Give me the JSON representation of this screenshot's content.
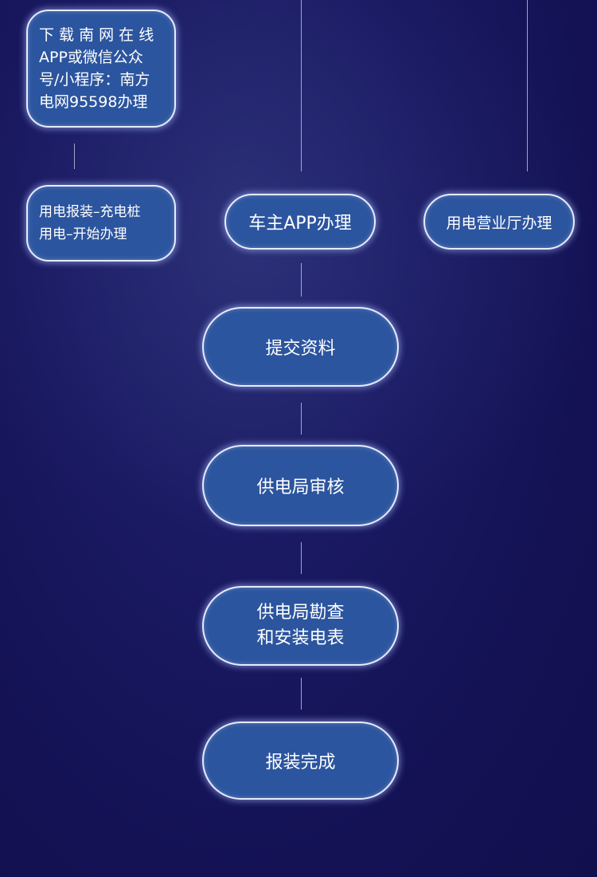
{
  "flow": {
    "branch_left": {
      "step1_lines": [
        "下 载 南 网 在 线",
        "APP或微信公众",
        "号/小程序：南方",
        "电网95598办理"
      ],
      "step2_lines": [
        "用电报装–充电桩",
        "用电–开始办理"
      ]
    },
    "branch_middle": {
      "label": "车主APP办理"
    },
    "branch_right": {
      "label": "用电营业厅办理"
    },
    "steps": [
      {
        "lines": [
          "提交资料"
        ]
      },
      {
        "lines": [
          "供电局审核"
        ]
      },
      {
        "lines": [
          "供电局勘查",
          "和安装电表"
        ]
      },
      {
        "lines": [
          "报装完成"
        ]
      }
    ]
  },
  "colors": {
    "background": "#141255",
    "box_fill": "#2c559f",
    "box_border": "#e6ebff"
  }
}
